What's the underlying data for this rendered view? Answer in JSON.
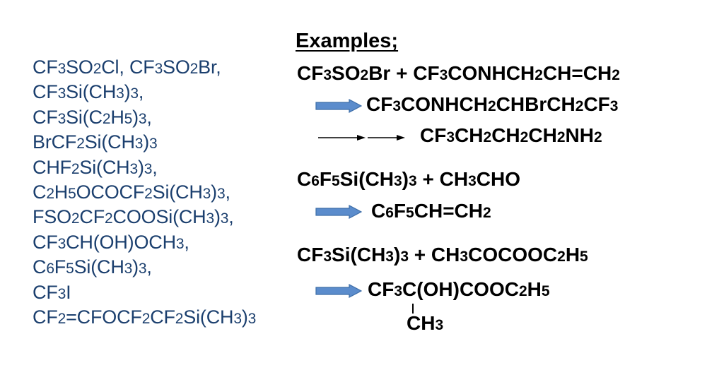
{
  "colors": {
    "reagent_text": "#1b3f6e",
    "arrow_fill": "#5b8ccc",
    "arrow_stroke": "#3e6ea8",
    "text": "#000000"
  },
  "reagents": [
    "CF3SO2Cl, CF3SO2Br,",
    "CF3Si(CH3)3,",
    "CF3Si(C2H5)3,",
    "BrCF2Si(CH3)3",
    "CHF2Si(CH3)3,",
    "C2H5OCOCF2Si(CH3)3,",
    "FSO2CF2COOSi(CH3)3,",
    "CF3CH(OH)OCH3,",
    "C6F5Si(CH3)3,",
    "CF3I",
    "CF2=CFOCF2CF2Si(CH3)3"
  ],
  "examples": {
    "title": "Examples;",
    "reaction1": {
      "reactants": "CF3SO2Br + CF3CONHCH2CH=CH2",
      "product1": "CF3CONHCH2CHBrCH2CF3",
      "product2": "CF3CH2CH2CH2NH2"
    },
    "reaction2": {
      "reactants": "C6F5Si(CH3)3 + CH3CHO",
      "product": "C6F5CH=CH2"
    },
    "reaction3": {
      "reactants": "CF3Si(CH3)3 + CH3COCOOC2H5",
      "product": "CF3C(OH)COOC2H5",
      "substituent": "CH3"
    }
  }
}
